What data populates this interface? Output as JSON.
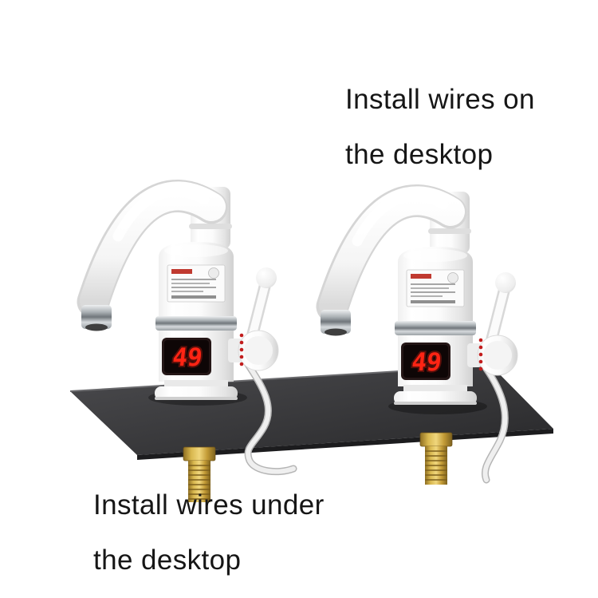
{
  "annotations": {
    "top": {
      "line1": "Install wires on",
      "line2": "the desktop"
    },
    "bottom": {
      "line1": "Install wires under",
      "line2": "the desktop"
    }
  },
  "faucets": {
    "left": {
      "display_value": "49"
    },
    "right": {
      "display_value": "49"
    }
  },
  "colors": {
    "background": "#ffffff",
    "annotation_text": "#161616",
    "led_digit": "#ff2414",
    "led_panel": "#0e0606",
    "board": "#3a3a3d",
    "brass_fitting": "#d9b84f",
    "faucet_body": "#fbfbfb",
    "chrome": "#9aa0a4",
    "handle_dots": "#c21d1d",
    "wire": "#efefef"
  }
}
